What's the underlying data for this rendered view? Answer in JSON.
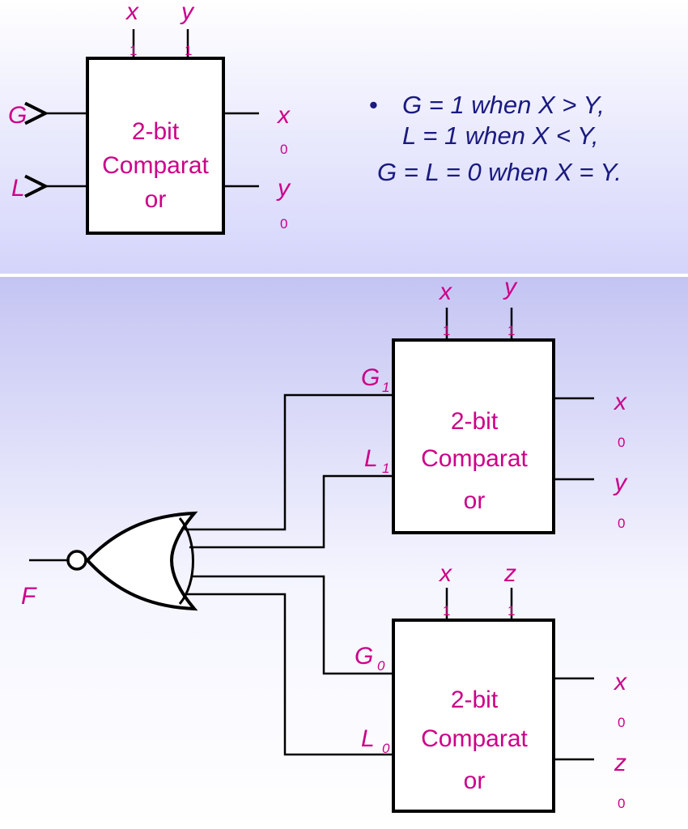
{
  "top_block": {
    "box_lines": [
      "2-bit",
      "Comparat",
      "or"
    ],
    "in_top": [
      {
        "letter": "x",
        "sub": "1"
      },
      {
        "letter": "y",
        "sub": "1"
      }
    ],
    "in_right": [
      {
        "letter": "x",
        "sub": "0"
      },
      {
        "letter": "y",
        "sub": "0"
      }
    ],
    "out_g": "G",
    "out_l": "L"
  },
  "notes": {
    "bullet": "•",
    "line1_pre": "",
    "line1": "G = 1 when X > Y,",
    "line2": "L = 1 when X < Y,",
    "line3": "G = L = 0 when X = Y."
  },
  "circuit": {
    "comparator_upper": {
      "box_lines": [
        "2-bit",
        "Comparat",
        "or"
      ],
      "in_top": [
        {
          "letter": "x",
          "sub": "1"
        },
        {
          "letter": "y",
          "sub": "1"
        }
      ],
      "in_right": [
        {
          "letter": "x",
          "sub": "0"
        },
        {
          "letter": "y",
          "sub": "0"
        }
      ],
      "out_g": {
        "letter": "G",
        "sub": "1"
      },
      "out_l": {
        "letter": "L",
        "sub": "1"
      }
    },
    "comparator_lower": {
      "box_lines": [
        "2-bit",
        "Comparat",
        "or"
      ],
      "in_top": [
        {
          "letter": "x",
          "sub": "1"
        },
        {
          "letter": "z",
          "sub": "1"
        }
      ],
      "in_right": [
        {
          "letter": "x",
          "sub": "0"
        },
        {
          "letter": "z",
          "sub": "0"
        }
      ],
      "out_g": {
        "letter": "G",
        "sub": "0"
      },
      "out_l": {
        "letter": "L",
        "sub": "0"
      }
    },
    "output": "F"
  }
}
